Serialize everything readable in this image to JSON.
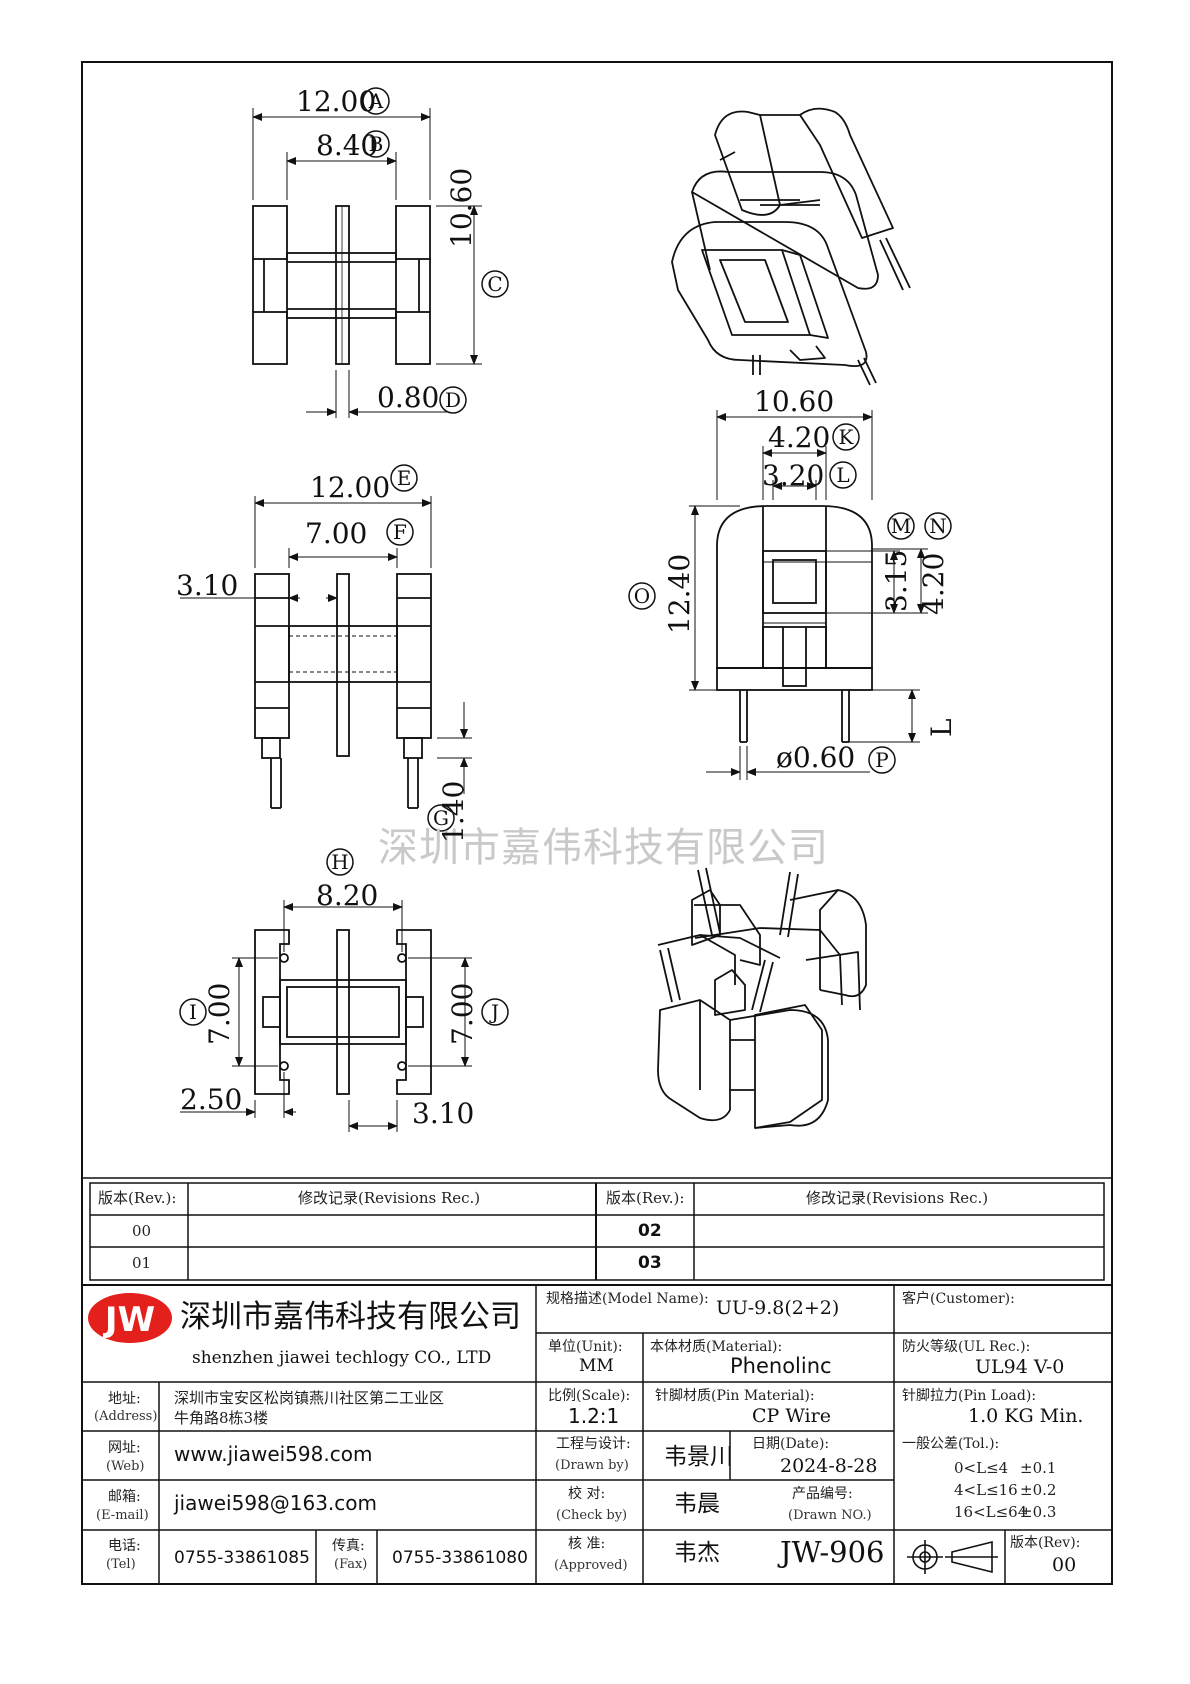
{
  "company": {
    "logo_text": "JW",
    "name_cn": "深圳市嘉伟科技有限公司",
    "name_en": "shenzhen jiawei techlogy CO., LTD",
    "watermark": "深圳市嘉伟科技有限公司",
    "address_label_cn": "地址:",
    "address_label_en": "(Address)",
    "address_line1": "深圳市宝安区松岗镇燕川社区第二工业区",
    "address_line2": "牛角路8栋3楼",
    "web_label_cn": "网址:",
    "web_label_en": "(Web)",
    "web": "www.jiawei598.com",
    "email_label_cn": "邮箱:",
    "email_label_en": "(E-mail)",
    "email": "jiawei598@163.com",
    "tel_label_cn": "电话:",
    "tel_label_en": "(Tel)",
    "tel": "0755-33861085",
    "fax_label_cn": "传真:",
    "fax_label_en": "(Fax)",
    "fax": "0755-33861080"
  },
  "colors": {
    "logo_red": "#e3201b",
    "watermark": "#c9c9c9",
    "line": "#111111"
  },
  "dimensions": {
    "A": "12.00",
    "B": "8.40",
    "C": "10.60",
    "D": "0.80",
    "E": "12.00",
    "F": "7.00",
    "G": "1.40",
    "side_310": "3.10",
    "top_1060": "10.60",
    "K": "4.20",
    "L": "3.20",
    "M": "3.15",
    "N": "4.20",
    "O": "12.40",
    "P": "ø0.60",
    "L_pin": "L",
    "H": "8.20",
    "I": "7.00",
    "J": "7.00",
    "bot_250": "2.50",
    "bot_310": "3.10"
  },
  "dim_letters": [
    "A",
    "B",
    "C",
    "D",
    "E",
    "F",
    "G",
    "H",
    "I",
    "J",
    "K",
    "L",
    "M",
    "N",
    "O",
    "P"
  ],
  "revisions": {
    "header_rev": "版本(Rev.):",
    "header_rec": "修改记录(Revisions Rec.)",
    "rows": [
      [
        "00",
        "",
        "02",
        ""
      ],
      [
        "01",
        "",
        "03",
        ""
      ]
    ]
  },
  "title_block": {
    "model_label": "规格描述(Model Name):",
    "model": "UU-9.8(2+2)",
    "customer_label": "客户(Customer):",
    "customer": "",
    "unit_label": "单位(Unit):",
    "unit": "MM",
    "material_label": "本体材质(Material):",
    "material": "Phenolinc",
    "ul_label": "防火等级(UL Rec.):",
    "ul": "UL94 V-0",
    "scale_label": "比例(Scale):",
    "scale": "1.2:1",
    "pin_material_label": "针脚材质(Pin Material):",
    "pin_material": "CP Wire",
    "pin_load_label": "针脚拉力(Pin Load):",
    "pin_load": "1.0 KG Min.",
    "drawn_label_cn": "工程与设计:",
    "drawn_label_en": "(Drawn by)",
    "drawn_by": "韦景川",
    "date_label": "日期(Date):",
    "date": "2024-8-28",
    "check_label_cn": "校 对:",
    "check_label_en": "(Check by)",
    "check_by": "韦晨",
    "drawn_no_label_cn": "产品编号:",
    "drawn_no_label_en": "(Drawn NO.)",
    "drawn_no": "JW-906",
    "approved_label_cn": "核 准:",
    "approved_label_en": "(Approved)",
    "approved_by": "韦杰",
    "tol_label": "一般公差(Tol.):",
    "tol_rows": [
      [
        "0<L≤4",
        "±0.1"
      ],
      [
        "4<L≤16",
        "±0.2"
      ],
      [
        "16<L≤64",
        "±0.3"
      ]
    ],
    "rev_label": "版本(Rev):",
    "rev": "00"
  }
}
